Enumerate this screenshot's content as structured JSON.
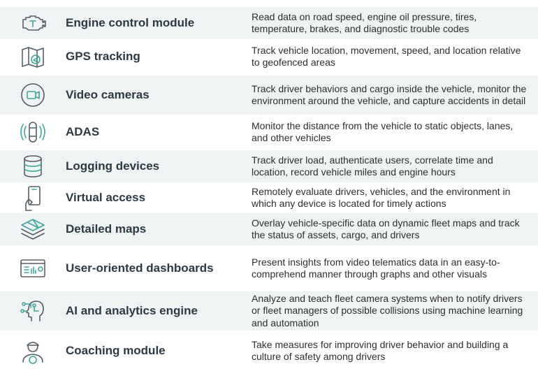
{
  "rows": [
    {
      "icon": "engine-icon",
      "title": "Engine control module",
      "description": "Read data on road speed, engine oil pressure, tires, temperature, brakes, and diagnostic trouble codes"
    },
    {
      "icon": "map-location-icon",
      "title": "GPS tracking",
      "description": "Track vehicle location, movement, speed, and location relative to geofenced areas"
    },
    {
      "icon": "video-camera-icon",
      "title": "Video cameras",
      "description": "Track driver behaviors and cargo inside the vehicle, monitor the environment around the vehicle, and capture accidents in detail"
    },
    {
      "icon": "car-sensor-icon",
      "title": "ADAS",
      "description": "Monitor the distance from the vehicle to static objects, lanes, and other vehicles"
    },
    {
      "icon": "database-icon",
      "title": "Logging devices",
      "description": "Track driver load, authenticate users, correlate time and location, record vehicle miles and engine hours"
    },
    {
      "icon": "phone-hand-icon",
      "title": "Virtual access",
      "description": "Remotely evaluate drivers, vehicles, and the environment in which any device is located for timely actions"
    },
    {
      "icon": "layers-map-icon",
      "title": "Detailed maps",
      "description": "Overlay vehicle-specific data on dynamic fleet maps and track the status of assets, cargo, and drivers"
    },
    {
      "icon": "dashboard-icon",
      "title": "User-oriented dashboards",
      "description": "Present insights from video telematics data in an easy-to-comprehend manner through graphs and other visuals"
    },
    {
      "icon": "ai-head-icon",
      "title": "AI and analytics engine",
      "description": "Analyze and teach fleet camera systems when to notify drivers or fleet managers of possible collisions using machine learning and automation"
    },
    {
      "icon": "driver-icon",
      "title": "Coaching module",
      "description": "Take measures for improving driver behavior and building a culture of safety among drivers"
    }
  ]
}
